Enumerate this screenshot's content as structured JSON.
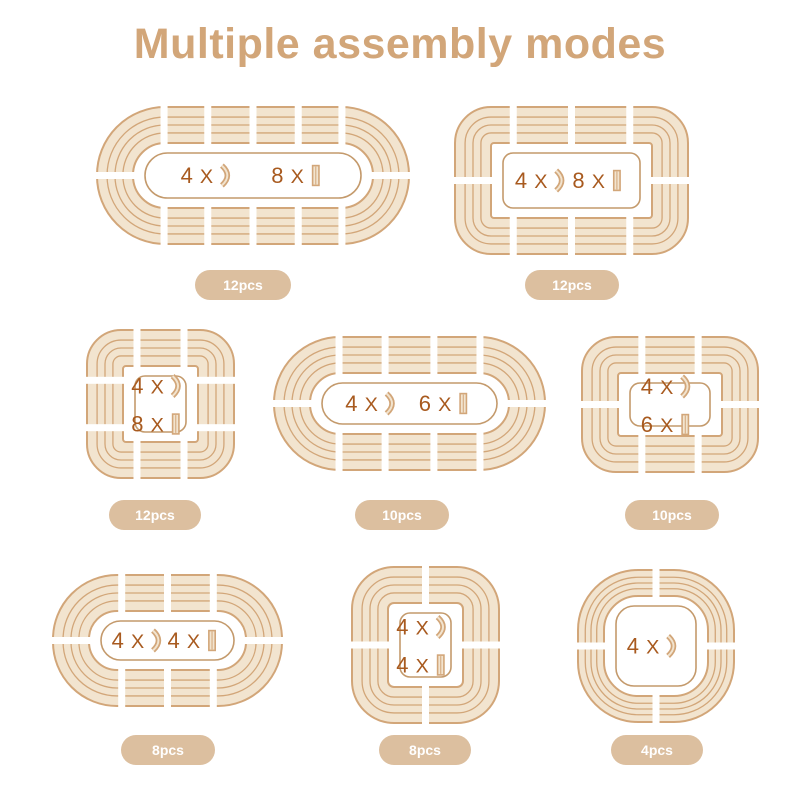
{
  "title": "Multiple assembly modes",
  "colors": {
    "track_fill": "#f2e4cf",
    "track_line": "#d2a679",
    "gap": "#ffffff",
    "center_line": "#c49a6c",
    "number_text": "#a85a1f",
    "badge_fill": "#dcbf9f",
    "badge_text": "#ffffff",
    "title": "#d2a679"
  },
  "modes": [
    {
      "id": "mode-1",
      "shape": "stadium",
      "count_label": "12pcs",
      "lines": [
        {
          "qty": "4",
          "x": "X",
          "piece": "curve"
        },
        {
          "qty": "8",
          "x": "X",
          "piece": "straight"
        }
      ]
    },
    {
      "id": "mode-2",
      "shape": "rounded-rect",
      "count_label": "12pcs",
      "lines": [
        {
          "qty": "4",
          "x": "X",
          "piece": "curve"
        },
        {
          "qty": "8",
          "x": "X",
          "piece": "straight"
        }
      ]
    },
    {
      "id": "mode-3",
      "shape": "rounded-square",
      "count_label": "12pcs",
      "lines": [
        {
          "qty": "4",
          "x": "X",
          "piece": "curve"
        },
        {
          "qty": "8",
          "x": "X",
          "piece": "straight"
        }
      ]
    },
    {
      "id": "mode-4",
      "shape": "stadium",
      "count_label": "10pcs",
      "lines": [
        {
          "qty": "4",
          "x": "X",
          "piece": "curve"
        },
        {
          "qty": "6",
          "x": "X",
          "piece": "straight"
        }
      ]
    },
    {
      "id": "mode-5",
      "shape": "rounded-square",
      "count_label": "10pcs",
      "lines": [
        {
          "qty": "4",
          "x": "X",
          "piece": "curve"
        },
        {
          "qty": "6",
          "x": "X",
          "piece": "straight"
        }
      ]
    },
    {
      "id": "mode-6",
      "shape": "stadium",
      "count_label": "8pcs",
      "lines": [
        {
          "qty": "4",
          "x": "X",
          "piece": "curve"
        },
        {
          "qty": "4",
          "x": "X",
          "piece": "straight"
        }
      ]
    },
    {
      "id": "mode-7",
      "shape": "rounded-square",
      "count_label": "8pcs",
      "lines": [
        {
          "qty": "4",
          "x": "X",
          "piece": "curve"
        },
        {
          "qty": "4",
          "x": "X",
          "piece": "straight"
        }
      ]
    },
    {
      "id": "mode-8",
      "shape": "circle-square",
      "count_label": "4pcs",
      "lines": [
        {
          "qty": "4",
          "x": "X",
          "piece": "curve"
        }
      ]
    }
  ]
}
